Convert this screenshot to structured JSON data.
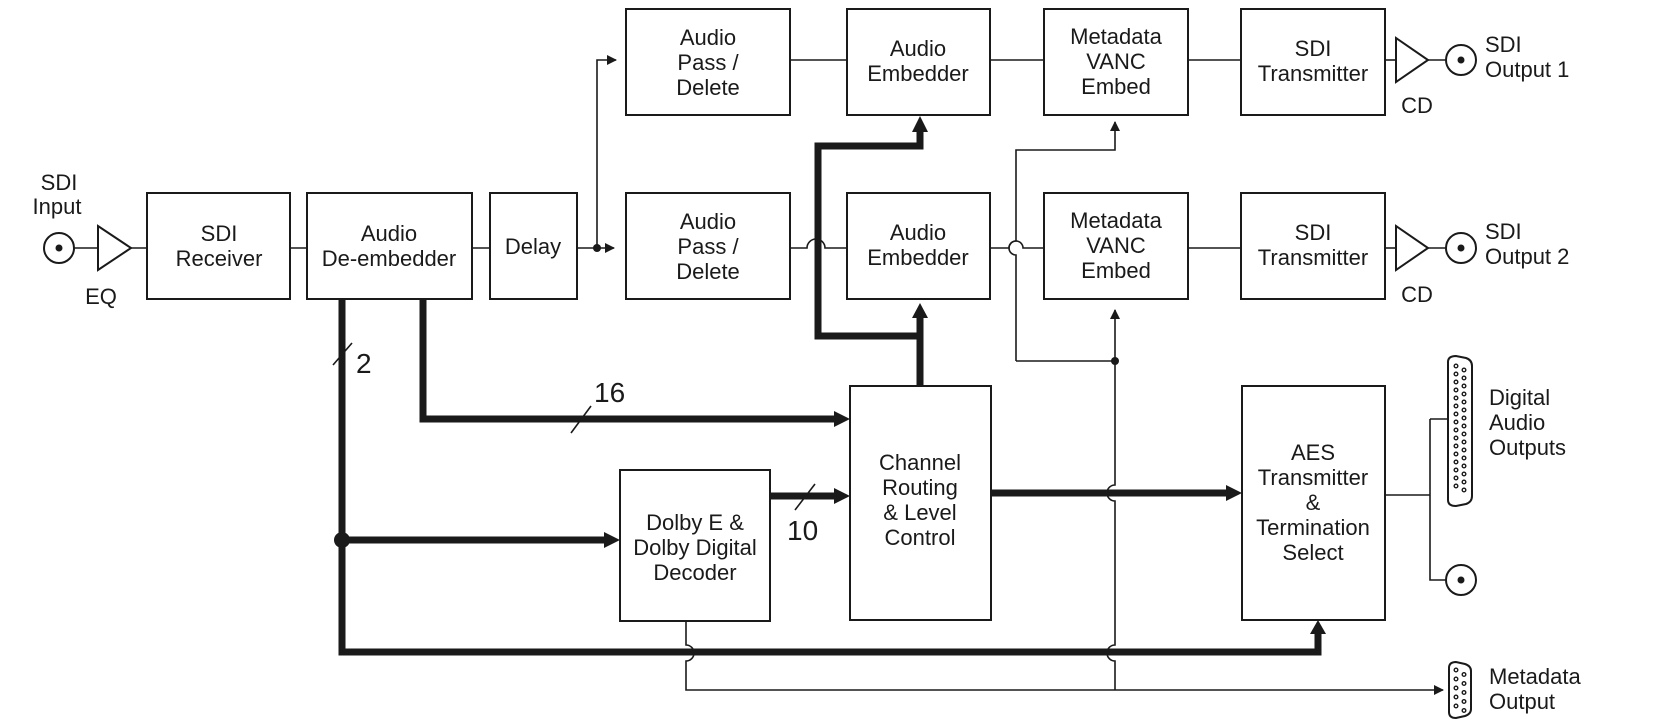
{
  "blocks": {
    "sdi_receiver": [
      "SDI",
      "Receiver"
    ],
    "audio_deembedder": [
      "Audio",
      "De-embedder"
    ],
    "delay": [
      "Delay"
    ],
    "audio_pass_delete_1": [
      "Audio",
      "Pass /",
      "Delete"
    ],
    "audio_pass_delete_2": [
      "Audio",
      "Pass /",
      "Delete"
    ],
    "audio_embedder_1": [
      "Audio",
      "Embedder"
    ],
    "audio_embedder_2": [
      "Audio",
      "Embedder"
    ],
    "metadata_vanc_1": [
      "Metadata",
      "VANC",
      "Embed"
    ],
    "metadata_vanc_2": [
      "Metadata",
      "VANC",
      "Embed"
    ],
    "sdi_transmitter_1": [
      "SDI",
      "Transmitter"
    ],
    "sdi_transmitter_2": [
      "SDI",
      "Transmitter"
    ],
    "dolby_decoder": [
      "Dolby E &",
      "Dolby Digital",
      "Decoder"
    ],
    "channel_routing": [
      "Channel",
      "Routing",
      "& Level",
      "Control"
    ],
    "aes_transmitter": [
      "AES",
      "Transmitter",
      "&",
      "Termination",
      "Select"
    ]
  },
  "io_labels": {
    "sdi_input": [
      "SDI",
      "Input"
    ],
    "eq": "EQ",
    "sdi_output_1": [
      "SDI",
      "Output 1"
    ],
    "sdi_output_2": [
      "SDI",
      "Output 2"
    ],
    "cd_1": "CD",
    "cd_2": "CD",
    "digital_audio_outputs": [
      "Digital",
      "Audio",
      "Outputs"
    ],
    "metadata_output": [
      "Metadata",
      "Output"
    ]
  },
  "bus_counts": {
    "deembedder_to_dolby": "2",
    "deembedder_to_routing": "16",
    "dolby_to_routing": "10"
  }
}
